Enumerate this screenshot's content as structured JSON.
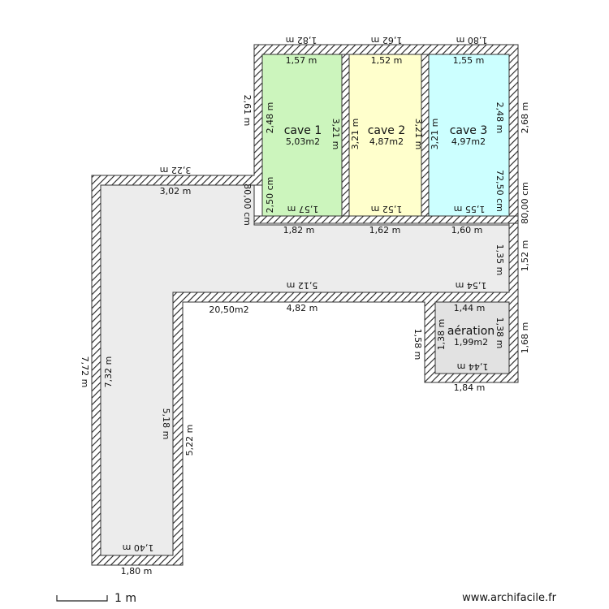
{
  "rooms": {
    "cave1": {
      "name": "cave 1",
      "area": "5,03m2",
      "color": "#ccf5bd"
    },
    "cave2": {
      "name": "cave 2",
      "area": "4,87m2",
      "color": "#ffffcc"
    },
    "cave3": {
      "name": "cave 3",
      "area": "4,97m2",
      "color": "#ccffff"
    },
    "aeration": {
      "name": "aération",
      "area": "1,99m2",
      "color": "#e2e2e2"
    },
    "corridor": {
      "area": "20,50m2",
      "color": "#ececec"
    }
  },
  "dims": {
    "top_ext_1": "1,82 m",
    "top_ext_2": "1,62 m",
    "top_ext_3": "1,80 m",
    "c1_top": "1,57 m",
    "c2_top": "1,52 m",
    "c3_top": "1,55 m",
    "left_ext_top": "2,61 m",
    "c1_left": "2,48 m",
    "c1_right": "3,21 m",
    "c2_left": "3,21 m",
    "c2_right": "3,21 m",
    "c3_left": "3,21 m",
    "c3_right": "2,48 m",
    "right_ext_top": "2,68 m",
    "c1_doorside": "2,50 cm",
    "c1_door": "80,00 cm",
    "c3_doorside": "72,50 cm",
    "c3_door": "80,00 cm",
    "c1_bottom": "1,57 m",
    "c2_bottom": "1,52 m",
    "c3_bottom": "1,55 m",
    "below_c1": "1,82 m",
    "below_c2": "1,62 m",
    "below_c3": "1,60 m",
    "top_left_ext": "3,22 m",
    "top_left_int": "3,02 m",
    "right_mid_int": "1,35 m",
    "right_mid_ext": "1,52 m",
    "mid_wall_ext": "5,12 m",
    "mid_wall_int": "4,82 m",
    "aer_left_top": "1,54 m",
    "aer_top": "1,44 m",
    "aer_left_ext": "1,58 m",
    "aer_left_int": "1,38 m",
    "aer_right_int": "1,38 m",
    "aer_right_ext": "1,68 m",
    "aer_bottom_int": "1,44 m",
    "aer_bottom_ext": "1,84 m",
    "left_ext": "7,72 m",
    "left_int": "7,32 m",
    "inner_left": "5,18 m",
    "inner_right": "5,22 m",
    "bottom_int": "1,40 m",
    "bottom_ext": "1,80 m"
  },
  "scale": {
    "label": "1 m"
  },
  "watermark": "www.archifacile.fr"
}
